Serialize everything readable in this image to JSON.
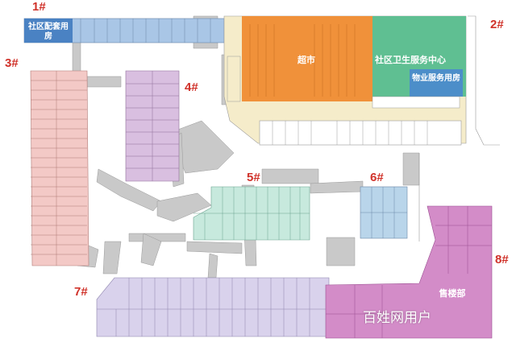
{
  "buildings": [
    {
      "id": "b1",
      "label": "1#"
    },
    {
      "id": "b2",
      "label": "2#"
    },
    {
      "id": "b3",
      "label": "3#"
    },
    {
      "id": "b4",
      "label": "4#"
    },
    {
      "id": "b5",
      "label": "5#"
    },
    {
      "id": "b6",
      "label": "6#"
    },
    {
      "id": "b7",
      "label": "7#"
    },
    {
      "id": "b8",
      "label": "8#"
    }
  ],
  "zones": {
    "community_facility": "社区配套用房",
    "supermarket": "超市",
    "health_center": "社区卫生服务中心",
    "property_service": "物业服务用房",
    "sales_office": "售楼部"
  },
  "watermark": "百姓网用户",
  "colors": {
    "building_label": "#d0322a",
    "b1_blue": "#a9c6e6",
    "b3_pink": "#f3c9c6",
    "b4_purple": "#d9bfe0",
    "b5_green": "#c7e9dd",
    "b6_blue": "#b9d5ea",
    "b7_lavender": "#d9d2ec",
    "b8_magenta": "#d38cc8",
    "supermarket": "#f0913a",
    "health_center": "#5fbf92",
    "property_service": "#4c8ec9",
    "corridor": "#f5ecca"
  }
}
